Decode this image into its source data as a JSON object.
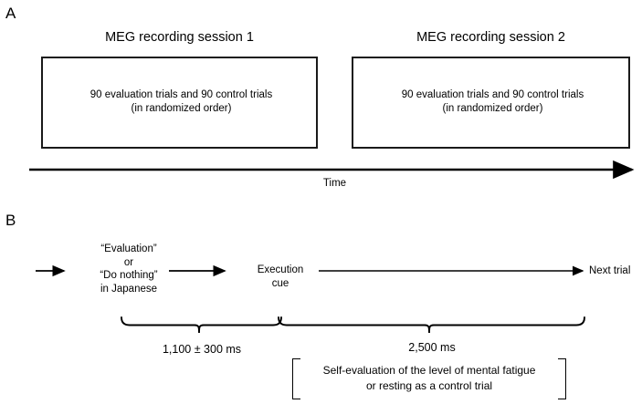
{
  "figure": {
    "panels": [
      {
        "label": "A",
        "sessions": [
          {
            "title": "MEG recording session 1",
            "line1": "90 evaluation trials and 90 control trials",
            "line2": "(in randomized order)"
          },
          {
            "title": "MEG recording session 2",
            "line1": "90 evaluation trials and 90 control trials",
            "line2": "(in randomized order)"
          }
        ],
        "axis_label": "Time"
      },
      {
        "label": "B",
        "cue_stimulus": {
          "line1": "“Evaluation”",
          "line2": "or",
          "line3": "“Do nothing”",
          "line4": "in Japanese"
        },
        "execution_cue": {
          "line1": "Execution",
          "line2": "cue"
        },
        "next_trial": "Next trial",
        "durations": [
          {
            "label": "1,100 ± 300 ms"
          },
          {
            "label": "2,500 ms"
          }
        ],
        "task_note": {
          "line1": "Self-evaluation of the level of mental fatigue",
          "line2": "or resting as a control trial"
        }
      }
    ],
    "colors": {
      "stroke": "#000000",
      "box_border": "#1a1a1a",
      "background": "#ffffff"
    }
  }
}
